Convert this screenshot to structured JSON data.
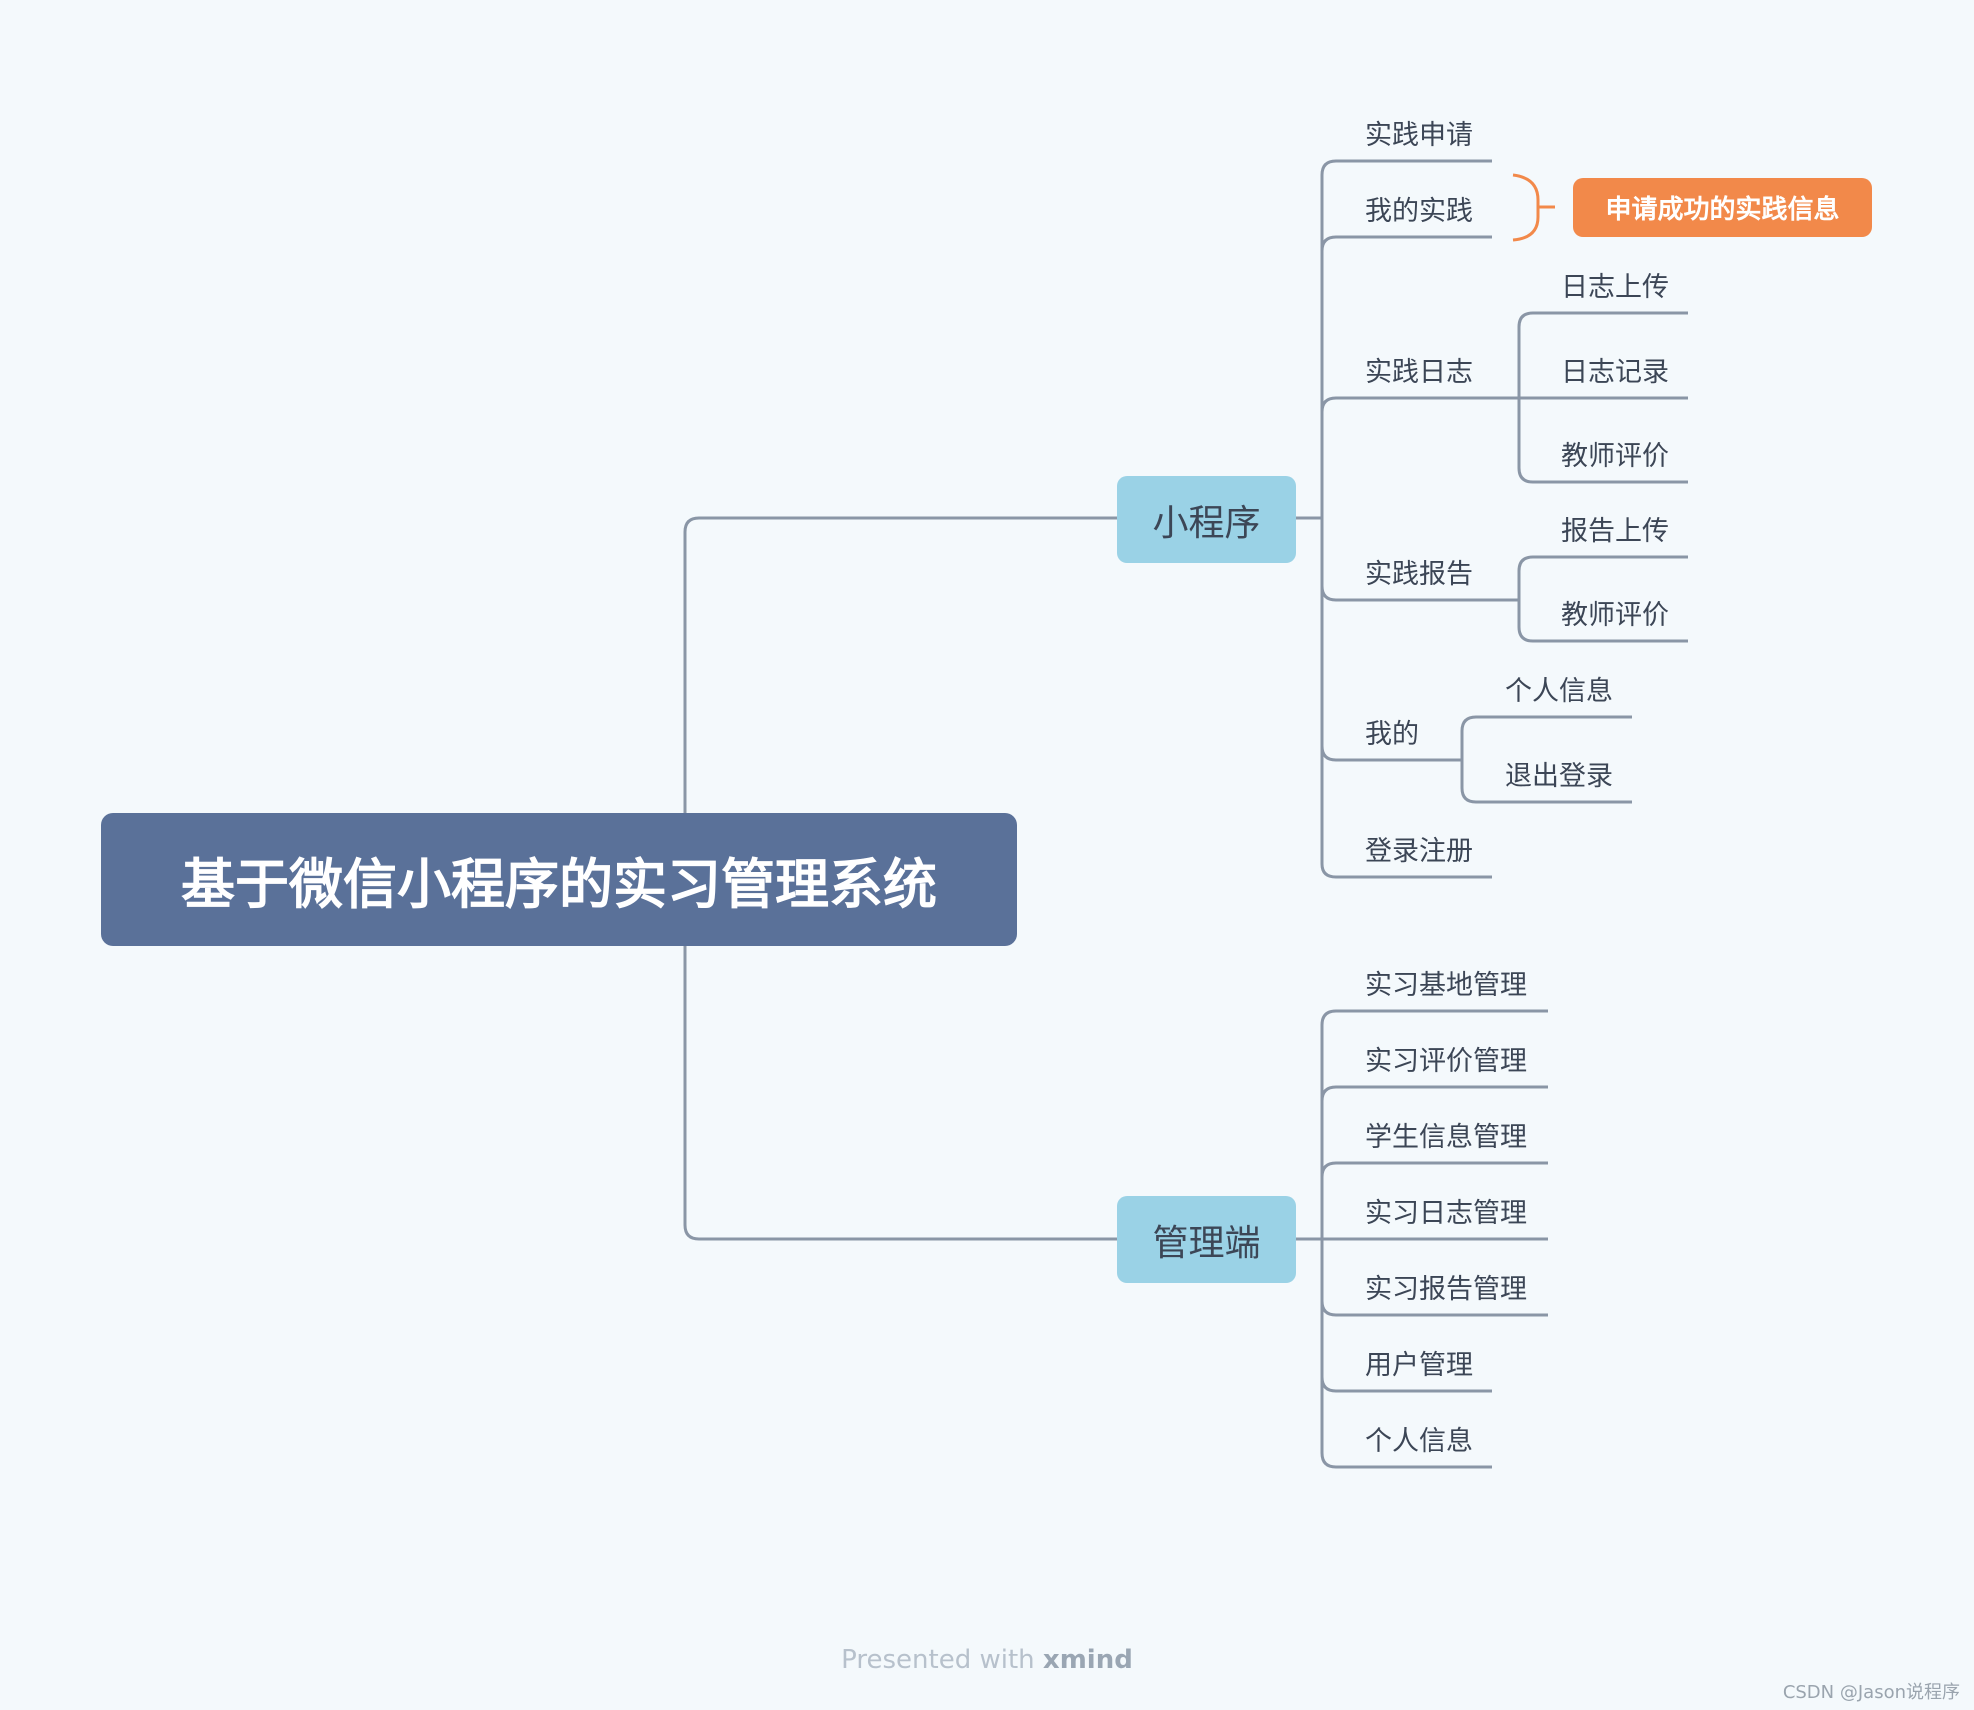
{
  "root": {
    "title": "基于微信小程序的实习管理系统"
  },
  "branches": {
    "mini": {
      "label": "小程序",
      "items": {
        "apply": "实践申请",
        "my_practice": "我的实践",
        "log": "实践日志",
        "log_upload": "日志上传",
        "log_record": "日志记录",
        "log_teacher": "教师评价",
        "report": "实践报告",
        "report_upload": "报告上传",
        "report_teacher": "教师评价",
        "mine": "我的",
        "mine_info": "个人信息",
        "mine_logout": "退出登录",
        "login": "登录注册"
      },
      "callout": "申请成功的实践信息"
    },
    "admin": {
      "label": "管理端",
      "items": [
        "实习基地管理",
        "实习评价管理",
        "学生信息管理",
        "实习日志管理",
        "实习报告管理",
        "用户管理",
        "个人信息"
      ]
    }
  },
  "footer": {
    "presented": "Presented with",
    "brand": "xmind",
    "credit": "CSDN @Jason说程序"
  },
  "colors": {
    "background": "#f4f9fc",
    "root": "#5a7199",
    "branch": "#9ad2e6",
    "callout": "#f2894a",
    "connector": "#8a96a6"
  }
}
